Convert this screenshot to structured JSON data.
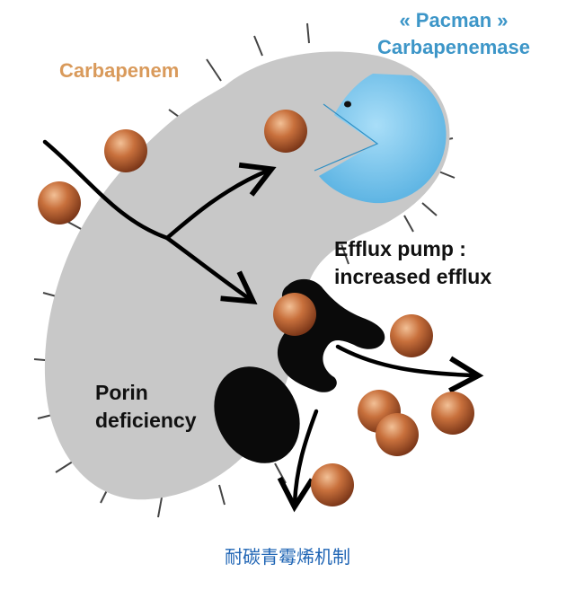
{
  "labels": {
    "carbapenem": "Carbapenem",
    "pacman_line1": "« Pacman »",
    "pacman_line2": "Carbapenemase",
    "efflux_line1": "Efflux pump :",
    "efflux_line2": "increased efflux",
    "porin_line1": "Porin",
    "porin_line2": "deficiency"
  },
  "caption": "耐碳青霉烯机制",
  "colors": {
    "cell_body": "#c8c8c8",
    "carbapenem_text": "#d99a5b",
    "pacman_fill": "#7cc8ee",
    "pacman_text": "#3d96c8",
    "ball": "#c06a3a",
    "caption": "#1e64b4"
  },
  "icons": {
    "pacman": "pacman-carbapenemase",
    "pump": "efflux-pump",
    "porin": "porin-channel",
    "molecule": "carbapenem-molecule"
  }
}
